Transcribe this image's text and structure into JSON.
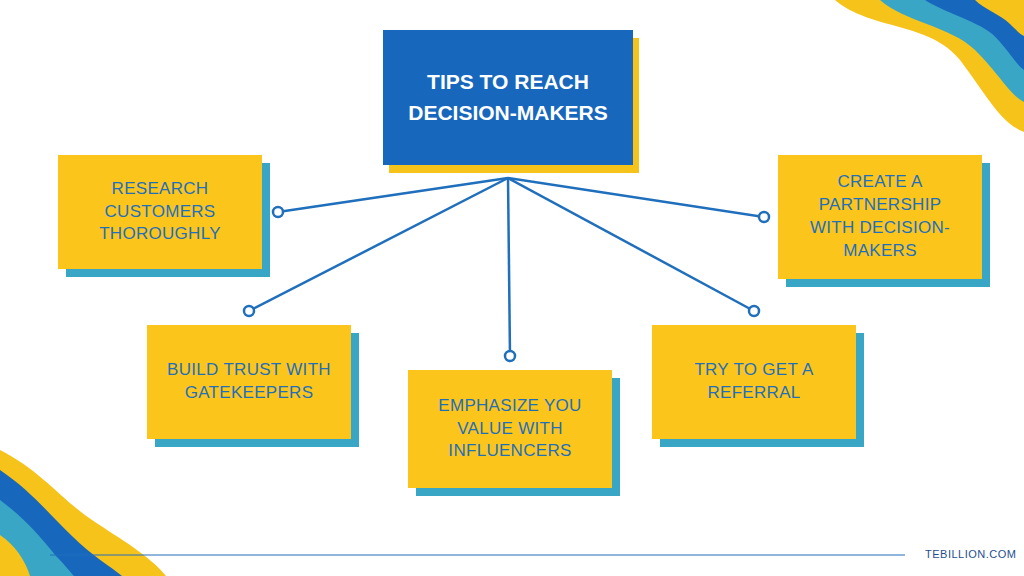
{
  "diagram": {
    "nodes": [
      {
        "text": [
          "TIPS TO REACH DECISION-MAKERS"
        ]
      },
      {
        "text": [
          "RESEARCH CUSTOMERS THOROUGHLY"
        ]
      },
      {
        "text": [
          "CREATE A PARTNERSHIP WITH DECISION-MAKERS"
        ]
      },
      {
        "text": [
          "BUILD TRUST WITH GATEKEEPERS"
        ]
      },
      {
        "text": [
          "EMPHASIZE YOU VALUE WITH INFLUENCERS"
        ]
      },
      {
        "text": [
          "TRY TO GET A REFERRAL"
        ]
      }
    ],
    "edges": [
      {
        "from": 0,
        "to": 1,
        "arrow": "none"
      },
      {
        "from": 0,
        "to": 2,
        "arrow": "none"
      },
      {
        "from": 0,
        "to": 3,
        "arrow": "none"
      },
      {
        "from": 0,
        "to": 4,
        "arrow": "none"
      },
      {
        "from": 0,
        "to": 5,
        "arrow": "none"
      }
    ],
    "labels": [
      "TEBILLION.COM"
    ]
  }
}
